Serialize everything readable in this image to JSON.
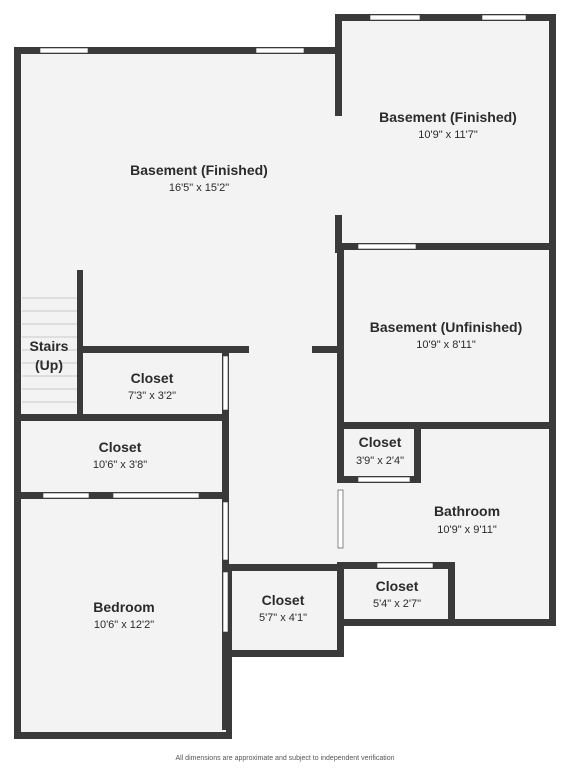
{
  "colors": {
    "wall": "#3a3a3a",
    "floor": "#f3f3f3",
    "window": "#ffffff",
    "text": "#2b2b2b"
  },
  "rooms": {
    "basement_finished_main": {
      "name": "Basement (Finished)",
      "dims": "16'5\" x 15'2\""
    },
    "basement_finished_right": {
      "name": "Basement (Finished)",
      "dims": "10'9\" x 11'7\""
    },
    "basement_unfinished": {
      "name": "Basement (Unfinished)",
      "dims": "10'9\" x 8'11\""
    },
    "stairs": {
      "line1": "Stairs",
      "line2": "(Up)"
    },
    "closet_upper": {
      "name": "Closet",
      "dims": "7'3\" x 3'2\""
    },
    "closet_wide": {
      "name": "Closet",
      "dims": "10'6\" x 3'8\""
    },
    "closet_small": {
      "name": "Closet",
      "dims": "3'9\" x 2'4\""
    },
    "bathroom": {
      "name": "Bathroom",
      "dims": "10'9\" x 9'11\""
    },
    "bedroom": {
      "name": "Bedroom",
      "dims": "10'6\" x 12'2\""
    },
    "closet_middle": {
      "name": "Closet",
      "dims": "5'7\" x 4'1\""
    },
    "closet_right": {
      "name": "Closet",
      "dims": "5'4\" x 2'7\""
    }
  },
  "disclaimer": "All dimensions are approximate and subject to independent verification"
}
